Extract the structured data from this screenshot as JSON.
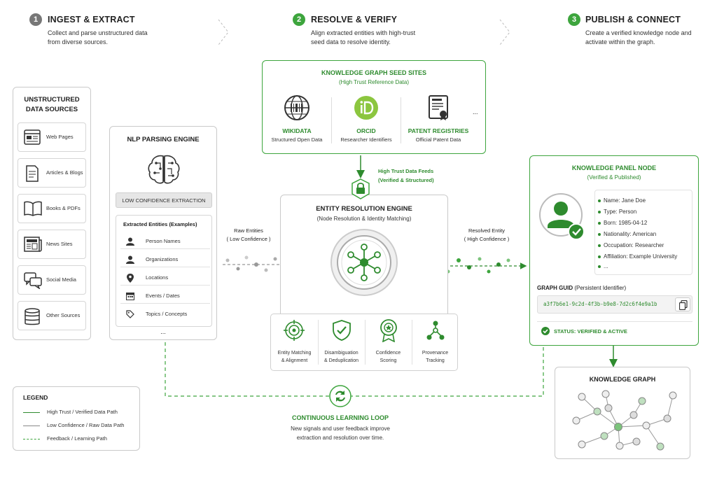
{
  "steps": [
    {
      "num": "1",
      "title": "INGEST & EXTRACT",
      "desc_line1": "Collect and parse unstructured data",
      "desc_line2": "from diverse sources."
    },
    {
      "num": "2",
      "title": "RESOLVE & VERIFY",
      "desc_line1": "Align extracted entities with high-trust",
      "desc_line2": "seed data to resolve identity."
    },
    {
      "num": "3",
      "title": "PUBLISH & CONNECT",
      "desc_line1": "Create a verified knowledge node and",
      "desc_line2": "activate within the graph."
    }
  ],
  "sources": {
    "title_line1": "UNSTRUCTURED",
    "title_line2": "DATA SOURCES",
    "items": [
      {
        "label": "Web Pages",
        "icon": "web-page-icon"
      },
      {
        "label": "Articles & Blogs",
        "icon": "article-icon"
      },
      {
        "label": "Books & PDFs",
        "icon": "book-icon"
      },
      {
        "label": "News Sites",
        "icon": "newspaper-icon"
      },
      {
        "label": "Social Media",
        "icon": "chat-bubbles-icon"
      },
      {
        "label": "Other Sources",
        "icon": "database-icon"
      }
    ]
  },
  "nlp": {
    "title": "NLP PARSING ENGINE",
    "icon": "brain-circuit-icon",
    "badge": "LOW CONFIDENCE EXTRACTION",
    "entities_title": "Extracted Entities (Examples)",
    "entities": [
      {
        "label": "Person Names",
        "icon": "person-icon"
      },
      {
        "label": "Organizations",
        "icon": "organization-icon"
      },
      {
        "label": "Locations",
        "icon": "location-pin-icon"
      },
      {
        "label": "Events / Dates",
        "icon": "calendar-icon"
      },
      {
        "label": "Topics / Concepts",
        "icon": "tag-icon"
      }
    ],
    "more": "..."
  },
  "seed": {
    "title": "KNOWLEDGE GRAPH SEED SITES",
    "subtitle": "(High Trust Reference Data)",
    "sites": [
      {
        "name": "WIKIDATA",
        "desc": "Structured Open Data",
        "icon": "wikidata-icon"
      },
      {
        "name": "ORCID",
        "desc": "Researcher Identifiers",
        "icon": "orcid-icon"
      },
      {
        "name": "PATENT REGISTRIES",
        "desc": "Official Patent Data",
        "icon": "patent-document-icon"
      }
    ],
    "more": "..."
  },
  "feeds": {
    "line1": "High Trust Data Feeds",
    "line2": "(Verified & Structured)"
  },
  "raw_label": {
    "line1": "Raw Entities",
    "line2": "( Low Confidence )"
  },
  "resolved_label": {
    "line1": "Resolved Entity",
    "line2": "( High Confidence )"
  },
  "resolution": {
    "title": "ENTITY RESOLUTION ENGINE",
    "subtitle": "(Node Resolution & Identity Matching)",
    "tools": [
      {
        "line1": "Entity Matching",
        "line2": "& Alignment",
        "icon": "target-icon"
      },
      {
        "line1": "Disambiguation",
        "line2": "& Deduplication",
        "icon": "shield-check-icon"
      },
      {
        "line1": "Confidence",
        "line2": "Scoring",
        "icon": "badge-icon"
      },
      {
        "line1": "Provenance",
        "line2": "Tracking",
        "icon": "provenance-icon"
      }
    ]
  },
  "panel": {
    "title": "KNOWLEDGE PANEL NODE",
    "subtitle": "(Verified & Published)",
    "attributes": [
      {
        "label": "Name:",
        "value": "Jane Doe"
      },
      {
        "label": "Type:",
        "value": "Person"
      },
      {
        "label": "Born:",
        "value": "1985-04-12"
      },
      {
        "label": "Nationality:",
        "value": "American"
      },
      {
        "label": "Occupation:",
        "value": "Researcher"
      },
      {
        "label": "Affiliation:",
        "value": "Example University"
      }
    ],
    "more": "...",
    "guid_label": "GRAPH GUID",
    "guid_note": "(Persistent Identifier)",
    "guid": "a3f7b6e1-9c2d-4f3b-b9e8-7d2c6f4e9a1b",
    "status": "STATUS: VERIFIED & ACTIVE"
  },
  "graph": {
    "title": "KNOWLEDGE GRAPH"
  },
  "loop": {
    "title": "CONTINUOUS LEARNING LOOP",
    "line1": "New signals and user feedback improve",
    "line2": "extraction and resolution over time."
  },
  "legend": {
    "title": "LEGEND",
    "items": [
      {
        "label": "High Trust / Verified Data Path"
      },
      {
        "label": "Low Confidence / Raw Data Path"
      },
      {
        "label": "Feedback / Learning Path"
      }
    ]
  },
  "colors": {
    "green": "#2e8b2e",
    "light_green": "#7cc47c",
    "gray": "#888888",
    "step_gray": "#777777"
  }
}
